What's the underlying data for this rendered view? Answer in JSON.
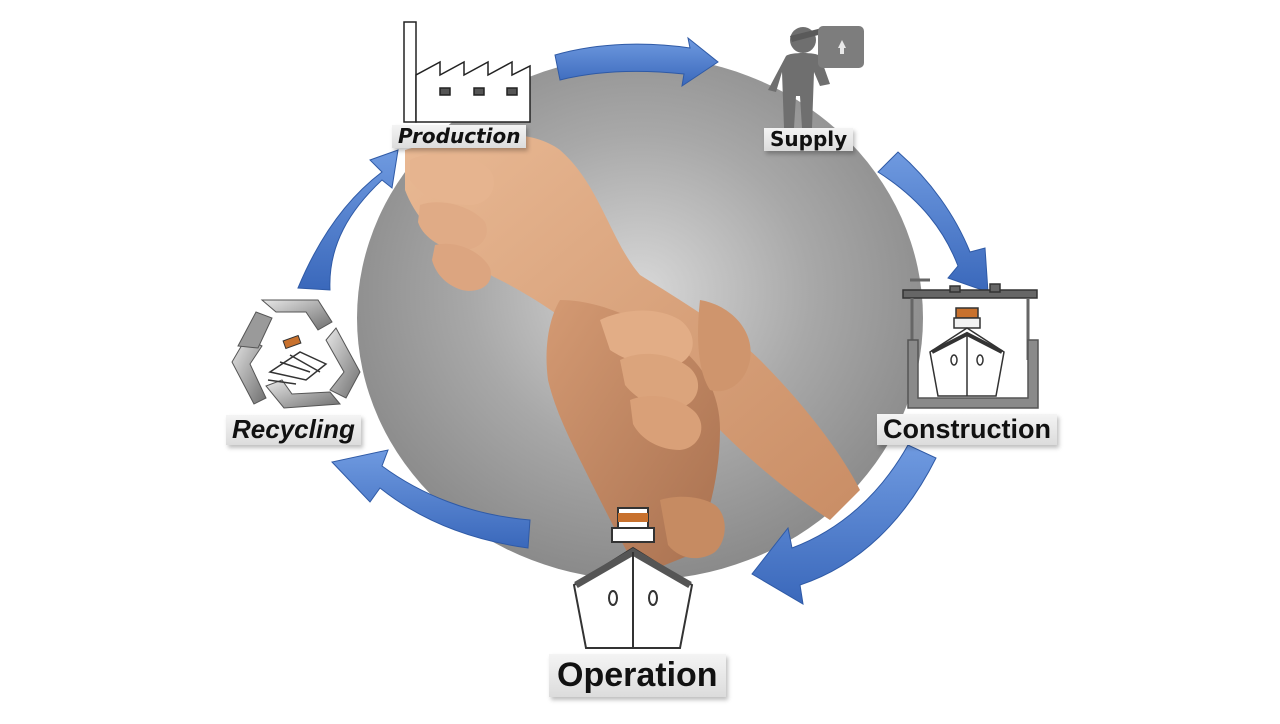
{
  "diagram": {
    "stages": [
      {
        "id": "production",
        "label": "Production",
        "icon": "factory-icon"
      },
      {
        "id": "supply",
        "label": "Supply",
        "icon": "person-with-box-icon"
      },
      {
        "id": "construction",
        "label": "Construction",
        "icon": "shipyard-dock-icon"
      },
      {
        "id": "operation",
        "label": "Operation",
        "icon": "ship-icon"
      },
      {
        "id": "recycling",
        "label": "Recycling",
        "icon": "recycle-icon"
      }
    ],
    "center_image": "clasped-hands",
    "colors": {
      "arrow": "#4a7ed0",
      "arrow_dark": "#3461b0",
      "circle_gray": "#9a9a9a",
      "label_bg": "#e6e6e6",
      "ship_band": "#c8712d"
    }
  }
}
